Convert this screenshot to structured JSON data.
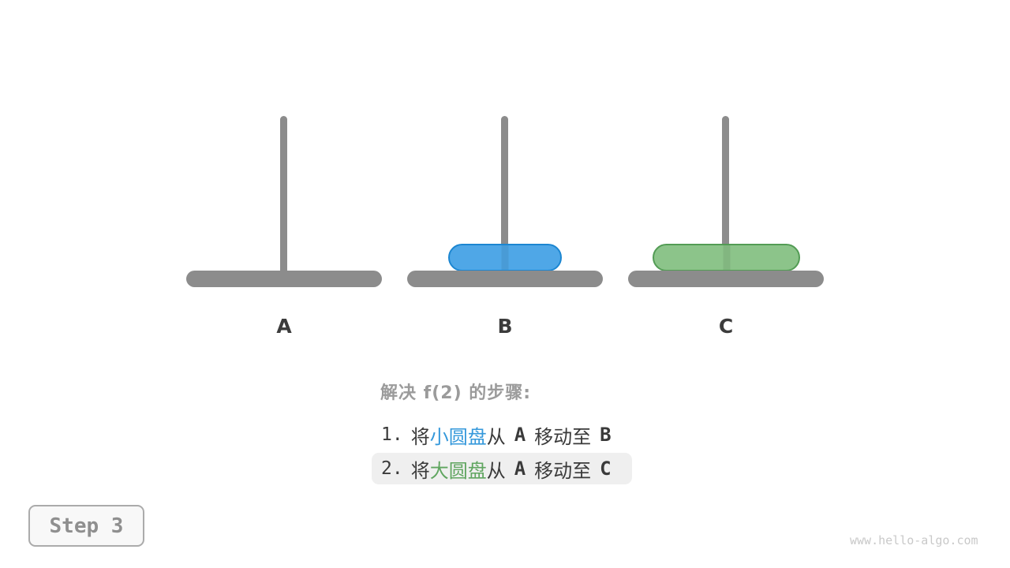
{
  "figure": {
    "towers": [
      {
        "label": "A",
        "disks": []
      },
      {
        "label": "B",
        "disks": [
          {
            "name": "小圆盘",
            "size": "small",
            "fill": "#4FA7E7"
          }
        ]
      },
      {
        "label": "C",
        "disks": [
          {
            "name": "大圆盘",
            "size": "large",
            "fill": "#8CC48A"
          }
        ]
      }
    ]
  },
  "caption": {
    "title": "解决 f(2) 的步骤:",
    "steps": [
      {
        "number": "1.",
        "verb": "将",
        "disk": "小圆盘",
        "particle": "从",
        "from_peg": "A",
        "action": "移动至",
        "to_peg": "B",
        "highlighted": false
      },
      {
        "number": "2.",
        "verb": "将",
        "disk": "大圆盘",
        "particle": "从",
        "from_peg": "A",
        "action": "移动至",
        "to_peg": "C",
        "highlighted": true
      }
    ]
  },
  "step_badge": {
    "label": "Step 3"
  },
  "watermark": "www.hello-algo.com",
  "colors": {
    "element_gray": "#8C8C8C",
    "label_dark": "#3C3C3C",
    "title_gray": "#9B9B9B",
    "step_text": "#3A3A3A",
    "accent_blue": "#3498DB",
    "accent_green": "#5FA55F",
    "disk_small_fill": "#4FA7E7",
    "disk_small_border": "#1C86D1",
    "disk_large_fill": "#8CC48A",
    "disk_large_border": "#539C55",
    "highlight_bg": "#EFEFEF",
    "badge_bg": "#F8F8F8",
    "badge_border": "#ABABAB",
    "badge_text": "#8F8F8F",
    "watermark_gray": "#C9C9C9"
  }
}
